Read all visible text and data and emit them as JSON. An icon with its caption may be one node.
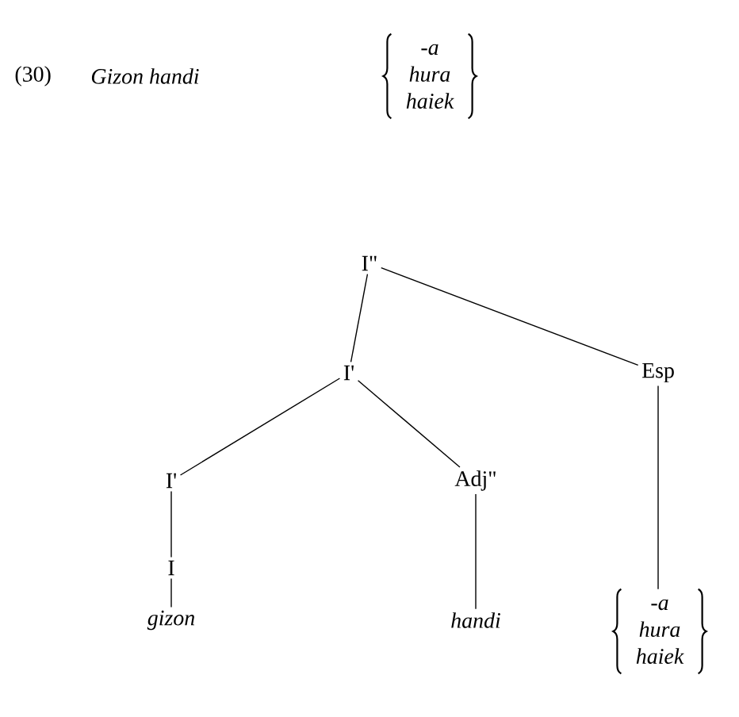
{
  "diagram": {
    "nodes": [
      {
        "text": [
          "I\""
        ]
      },
      {
        "text": [
          "I'"
        ]
      },
      {
        "text": [
          "Esp"
        ]
      },
      {
        "text": [
          "I'"
        ]
      },
      {
        "text": [
          "Adj\""
        ]
      },
      {
        "text": [
          "I"
        ]
      },
      {
        "text": [
          "gizon"
        ]
      },
      {
        "text": [
          "handi"
        ]
      },
      {
        "text": [
          "-a",
          "hura",
          "haiek"
        ]
      }
    ],
    "edges": [
      {
        "from": 0,
        "to": 1,
        "arrow": "none"
      },
      {
        "from": 0,
        "to": 2,
        "arrow": "none"
      },
      {
        "from": 1,
        "to": 3,
        "arrow": "none"
      },
      {
        "from": 1,
        "to": 4,
        "arrow": "none"
      },
      {
        "from": 3,
        "to": 5,
        "arrow": "none"
      },
      {
        "from": 5,
        "to": 6,
        "arrow": "none"
      },
      {
        "from": 4,
        "to": 7,
        "arrow": "none"
      },
      {
        "from": 2,
        "to": 8,
        "arrow": "none"
      }
    ],
    "labels": [
      "(30)",
      "Gizon handi",
      "-a",
      "hura",
      "haiek"
    ]
  }
}
